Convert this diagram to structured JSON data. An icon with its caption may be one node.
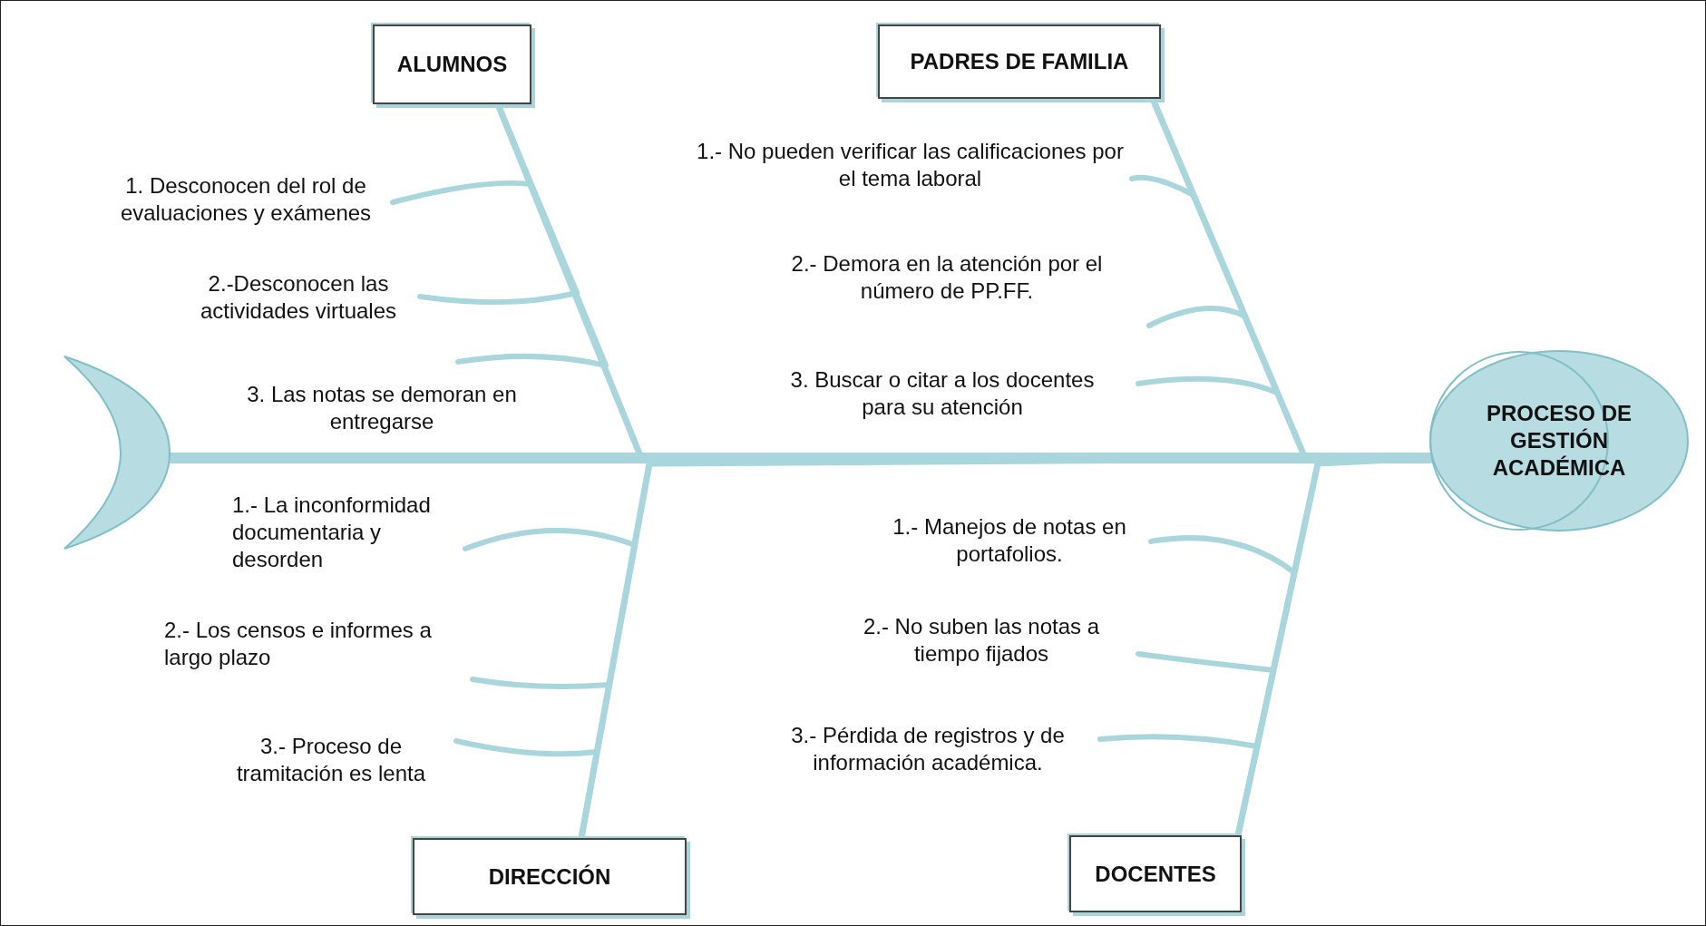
{
  "diagram": {
    "nodes": [
      {
        "text": [
          "ALUMNOS"
        ]
      },
      {
        "text": [
          "PADRES DE FAMILIA"
        ]
      },
      {
        "text": [
          "DIRECCIÓN"
        ]
      },
      {
        "text": [
          "DOCENTES"
        ]
      },
      {
        "text": [
          "PROCESO DE GESTIÓN ACADÉMICA"
        ]
      },
      {
        "text": [],
        "shape": "crescent"
      },
      {
        "text": [
          "1. Desconocen del rol de evaluaciones y exámenes"
        ]
      },
      {
        "text": [
          "2.-Desconocen las actividades virtuales"
        ]
      },
      {
        "text": [
          "3. Las notas se demoran en entregarse"
        ]
      },
      {
        "text": [
          "1.- No pueden verificar las calificaciones por el tema laboral"
        ]
      },
      {
        "text": [
          "2.- Demora en la atención por el número de PP.FF."
        ]
      },
      {
        "text": [
          "3. Buscar o citar a los docentes para su atención"
        ]
      },
      {
        "text": [
          "1.- La inconformidad documentaria y desorden"
        ]
      },
      {
        "text": [
          "2.- Los censos e informes a largo plazo"
        ]
      },
      {
        "text": [
          "3.- Proceso de tramitación es lenta"
        ]
      },
      {
        "text": [
          "1.- Manejos de notas en portafolios."
        ]
      },
      {
        "text": [
          "2.- No suben las notas a tiempo fijados"
        ]
      },
      {
        "text": [
          "3.- Pérdida de registros y de información académica."
        ]
      }
    ],
    "edges": [
      {
        "from": 5,
        "to": 4,
        "arrow": "none",
        "style": "thick"
      },
      {
        "from": 0,
        "to": 4,
        "arrow": "none"
      },
      {
        "from": 1,
        "to": 4,
        "arrow": "none"
      },
      {
        "from": 2,
        "to": 4,
        "arrow": "none"
      },
      {
        "from": 3,
        "to": 4,
        "arrow": "none"
      },
      {
        "from": 6,
        "to": 0,
        "arrow": "none"
      },
      {
        "from": 7,
        "to": 0,
        "arrow": "none"
      },
      {
        "from": 8,
        "to": 0,
        "arrow": "none"
      },
      {
        "from": 9,
        "to": 1,
        "arrow": "none"
      },
      {
        "from": 10,
        "to": 1,
        "arrow": "none"
      },
      {
        "from": 11,
        "to": 1,
        "arrow": "none"
      },
      {
        "from": 12,
        "to": 2,
        "arrow": "none"
      },
      {
        "from": 13,
        "to": 2,
        "arrow": "none"
      },
      {
        "from": 14,
        "to": 2,
        "arrow": "none"
      },
      {
        "from": 15,
        "to": 3,
        "arrow": "none"
      },
      {
        "from": 16,
        "to": 3,
        "arrow": "none"
      },
      {
        "from": 17,
        "to": 3,
        "arrow": "none"
      }
    ]
  }
}
